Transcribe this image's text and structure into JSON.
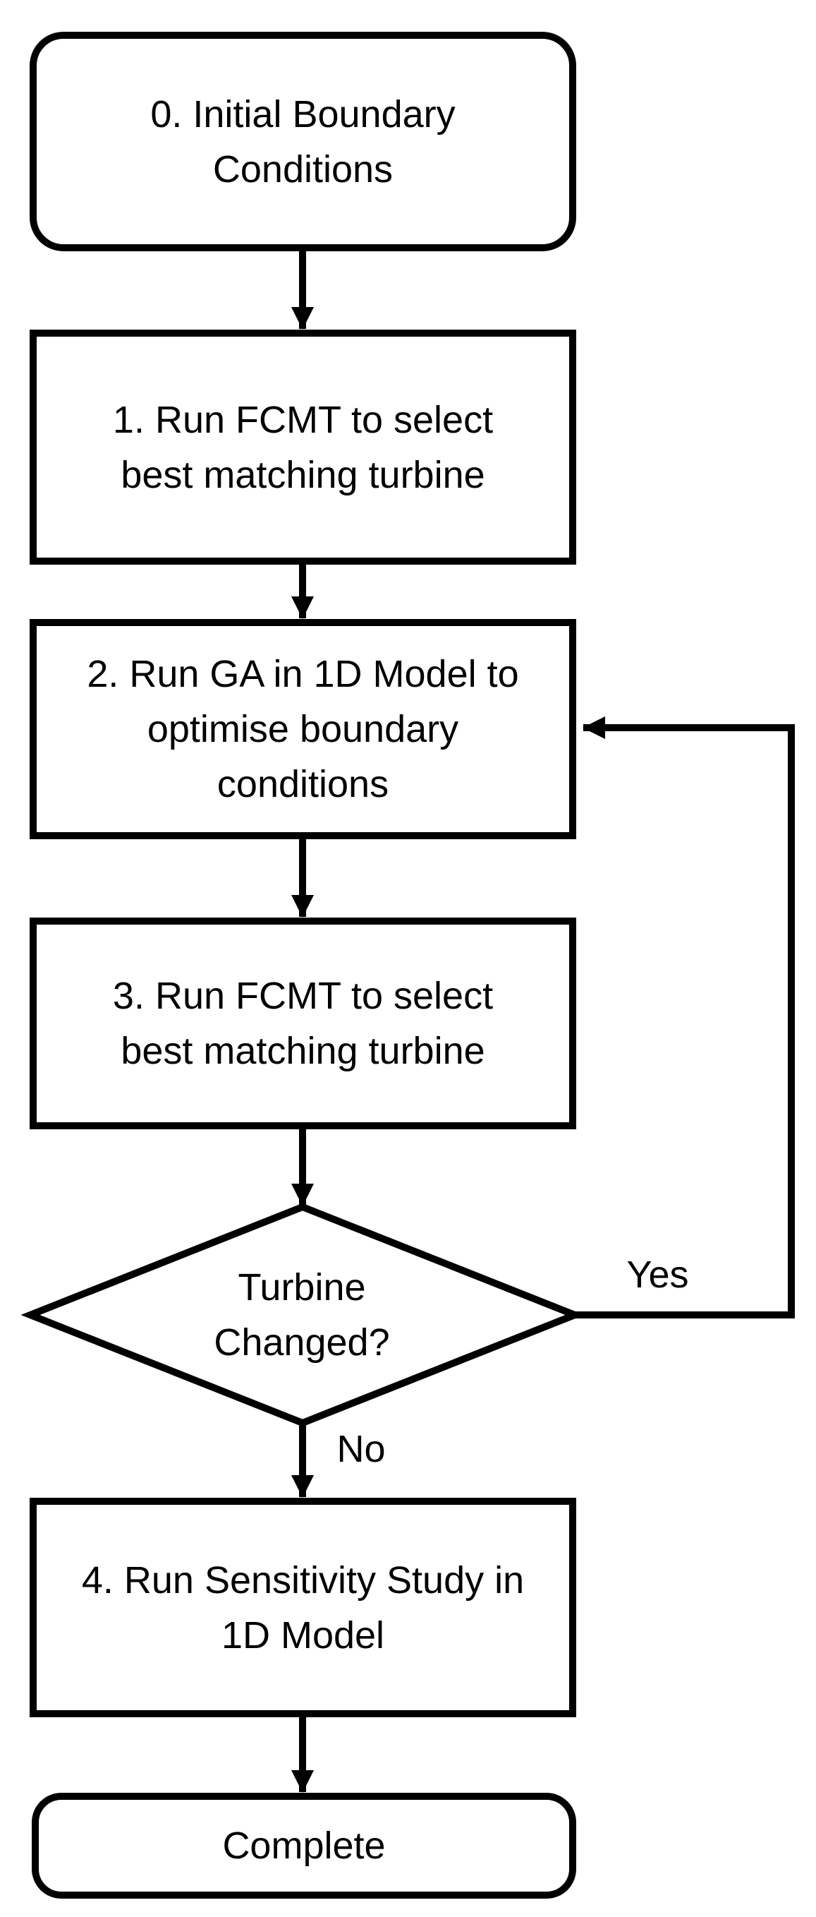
{
  "diagram": {
    "type": "flowchart",
    "background_color": "#ffffff",
    "line_color": "#000000",
    "text_color": "#000000",
    "nodes": [
      {
        "id": "start",
        "shape": "terminator",
        "label": "0. Initial Boundary\nConditions"
      },
      {
        "id": "step1",
        "shape": "process",
        "label": "1. Run FCMT to select\nbest matching turbine"
      },
      {
        "id": "step2",
        "shape": "process",
        "label": "2. Run GA in 1D Model to\noptimise boundary\nconditions"
      },
      {
        "id": "step3",
        "shape": "process",
        "label": "3. Run FCMT to select\nbest matching turbine"
      },
      {
        "id": "decision",
        "shape": "decision",
        "label": "Turbine\nChanged?"
      },
      {
        "id": "step4",
        "shape": "process",
        "label": "4. Run Sensitivity Study in\n1D Model"
      },
      {
        "id": "end",
        "shape": "terminator",
        "label": "Complete"
      }
    ],
    "edges": [
      {
        "from": "start",
        "to": "step1",
        "label": ""
      },
      {
        "from": "step1",
        "to": "step2",
        "label": ""
      },
      {
        "from": "step2",
        "to": "step3",
        "label": ""
      },
      {
        "from": "step3",
        "to": "decision",
        "label": ""
      },
      {
        "from": "decision",
        "to": "step2",
        "label": "Yes"
      },
      {
        "from": "decision",
        "to": "step4",
        "label": "No"
      },
      {
        "from": "step4",
        "to": "end",
        "label": ""
      }
    ]
  }
}
